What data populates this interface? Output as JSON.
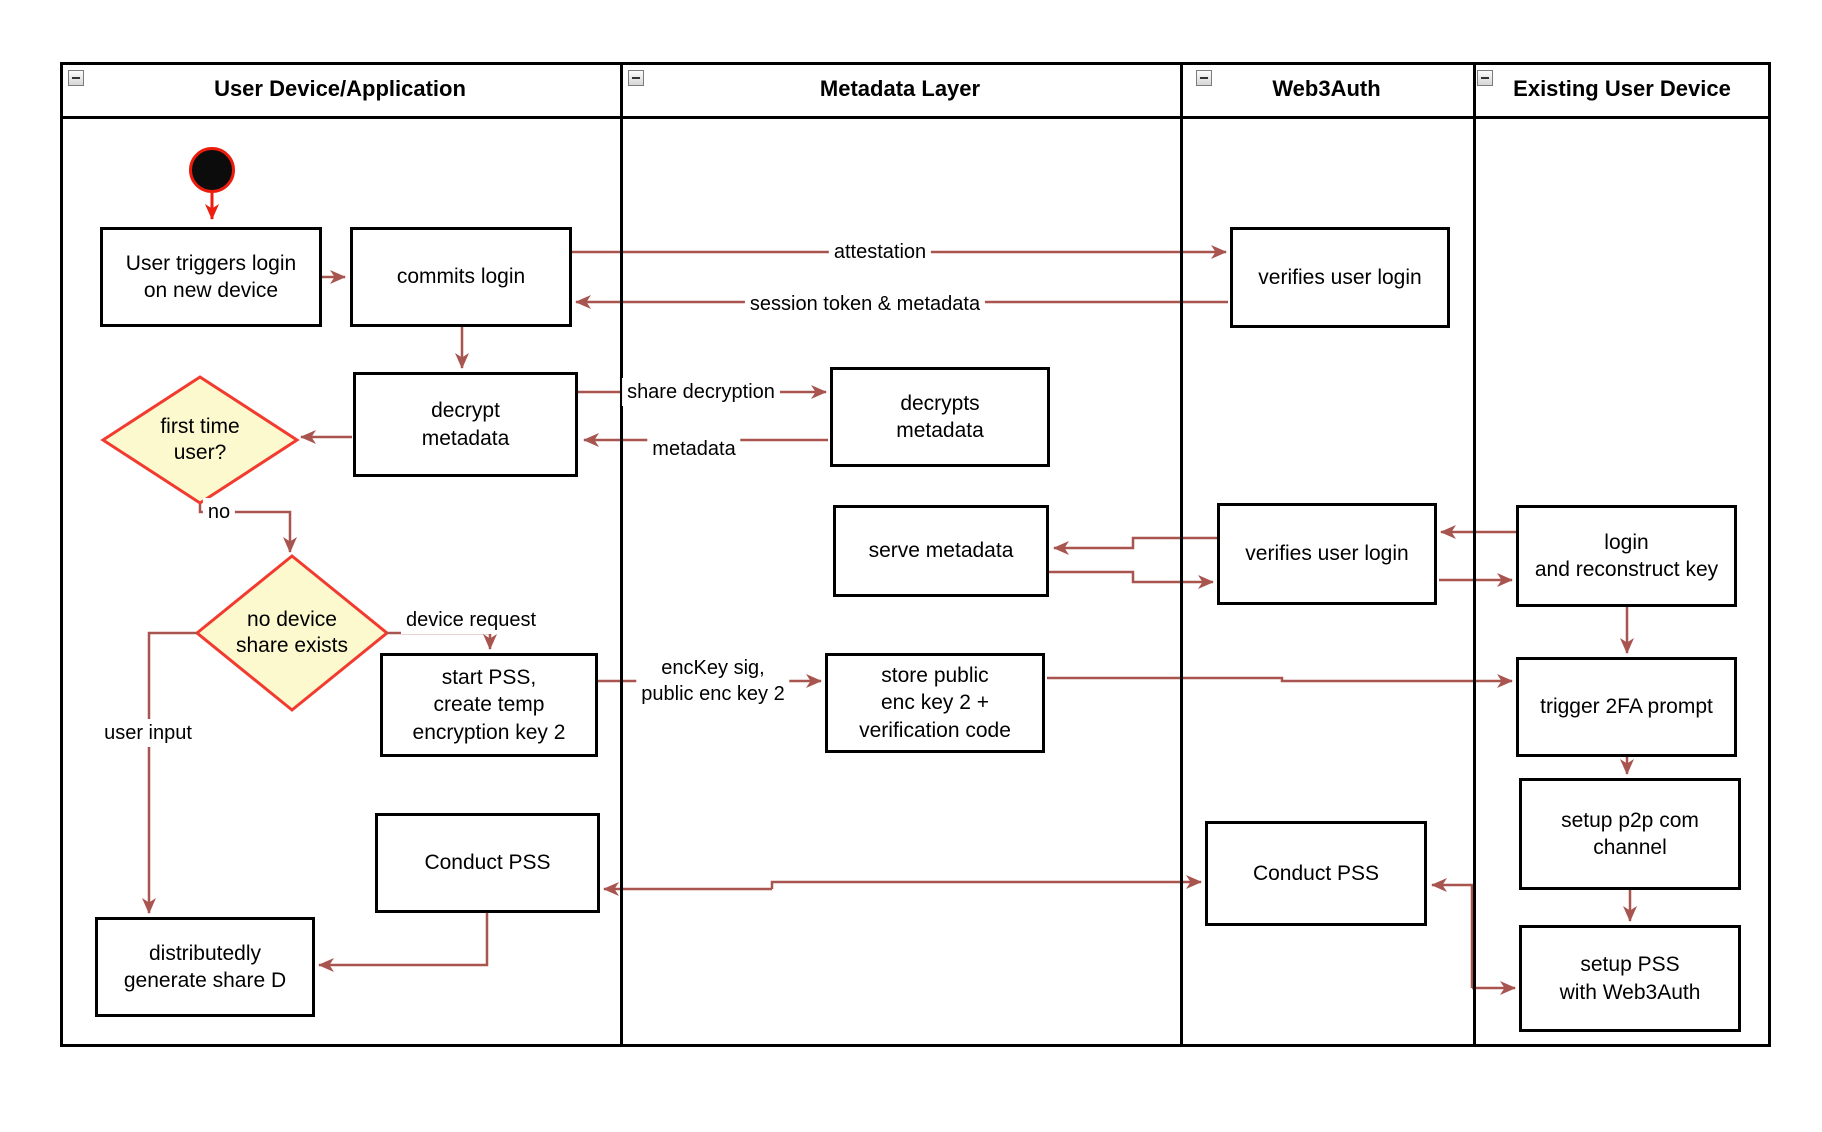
{
  "lanes": [
    {
      "title": "User Device/Application"
    },
    {
      "title": "Metadata Layer"
    },
    {
      "title": "Web3Auth"
    },
    {
      "title": "Existing User Device"
    }
  ],
  "nodes": {
    "user_triggers": {
      "label": "User triggers login\non new device"
    },
    "commits_login": {
      "label": "commits login"
    },
    "decrypt_metadata": {
      "label": "decrypt\nmetadata"
    },
    "first_time": {
      "label": "first time\nuser?"
    },
    "no_device": {
      "label": "no device\nshare exists"
    },
    "start_pss": {
      "label": "start PSS,\ncreate temp\nencryption key 2"
    },
    "conduct_pss_user": {
      "label": "Conduct PSS"
    },
    "distributedly": {
      "label": "distributedly\ngenerate share D"
    },
    "decrypts_metadata": {
      "label": "decrypts\nmetadata"
    },
    "serve_metadata": {
      "label": "serve metadata"
    },
    "store_public": {
      "label": "store public\nenc key 2 +\nverification code"
    },
    "verifies_1": {
      "label": "verifies user login"
    },
    "verifies_2": {
      "label": "verifies user login"
    },
    "conduct_pss_web3": {
      "label": "Conduct PSS"
    },
    "login_reconstruct": {
      "label": "login\nand reconstruct key"
    },
    "trigger_2fa": {
      "label": "trigger 2FA prompt"
    },
    "setup_p2p": {
      "label": "setup p2p com\nchannel"
    },
    "setup_pss": {
      "label": "setup PSS\nwith Web3Auth"
    }
  },
  "edge_labels": {
    "attestation": "attestation",
    "session_token": "session token & metadata",
    "share_decryption": "share decryption",
    "metadata": "metadata",
    "no": "no",
    "device_request": "device request",
    "user_input": "user input",
    "enckey": "encKey sig,\npublic enc key 2"
  },
  "colors": {
    "arrow_brown": "#A8544F",
    "accent_red": "#ED1E0E",
    "diamond_fill": "#FCF9CE",
    "diamond_border": "#F23A2E",
    "box_border": "#000000"
  }
}
